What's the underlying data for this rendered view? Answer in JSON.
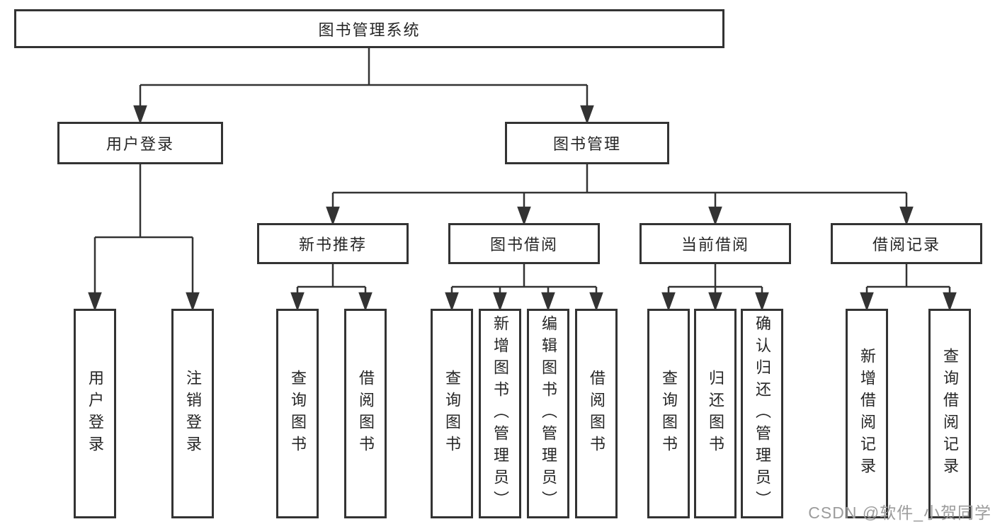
{
  "diagram": {
    "root": {
      "label": "图书管理系统"
    },
    "level2": [
      {
        "label": "用户登录"
      },
      {
        "label": "图书管理"
      }
    ],
    "level3": [
      {
        "label": "新书推荐"
      },
      {
        "label": "图书借阅"
      },
      {
        "label": "当前借阅"
      },
      {
        "label": "借阅记录"
      }
    ],
    "leaves": [
      {
        "label": "用户登录",
        "parent": "用户登录"
      },
      {
        "label": "注销登录",
        "parent": "用户登录"
      },
      {
        "label": "查询图书",
        "parent": "新书推荐"
      },
      {
        "label": "借阅图书",
        "parent": "新书推荐"
      },
      {
        "label": "查询图书",
        "parent": "图书借阅"
      },
      {
        "label": "新增图书（管理员）",
        "parent": "图书借阅"
      },
      {
        "label": "编辑图书（管理员）",
        "parent": "图书借阅"
      },
      {
        "label": "借阅图书",
        "parent": "图书借阅"
      },
      {
        "label": "查询图书",
        "parent": "当前借阅"
      },
      {
        "label": "归还图书",
        "parent": "当前借阅"
      },
      {
        "label": "确认归还（管理员）",
        "parent": "当前借阅"
      },
      {
        "label": "新增借阅记录",
        "parent": "借阅记录"
      },
      {
        "label": "查询借阅记录",
        "parent": "借阅记录"
      }
    ]
  },
  "watermark": {
    "text": "CSDN @软件_小贺同学"
  },
  "colors": {
    "line": "#333333",
    "box_border": "#333333",
    "box_fill": "#ffffff",
    "text": "#262626",
    "watermark": "#9c9c9c",
    "background": "#ffffff"
  }
}
